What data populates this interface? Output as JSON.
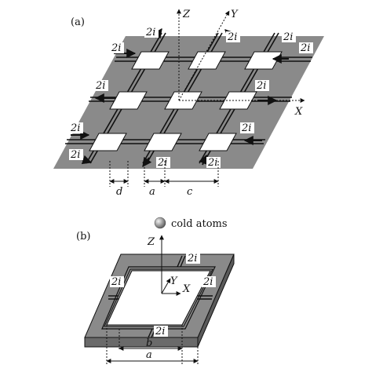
{
  "panel_a": {
    "label": "(a)",
    "axes": {
      "z": "Z",
      "y": "Y",
      "x": "X"
    },
    "current_label": "2i",
    "dims": {
      "d": "d",
      "a": "a",
      "c": "c"
    }
  },
  "legend": {
    "text": "cold atoms"
  },
  "panel_b": {
    "label": "(b)",
    "axes": {
      "z": "Z",
      "y": "Y",
      "x": "X"
    },
    "current_label": "2i",
    "dims": {
      "b": "b",
      "a": "a"
    }
  },
  "colors": {
    "plate": "#8a8a8a",
    "plate_side": "#6a6a6a",
    "hole": "#ffffff",
    "wire": "#111111",
    "atom": "#9a9a9a"
  }
}
